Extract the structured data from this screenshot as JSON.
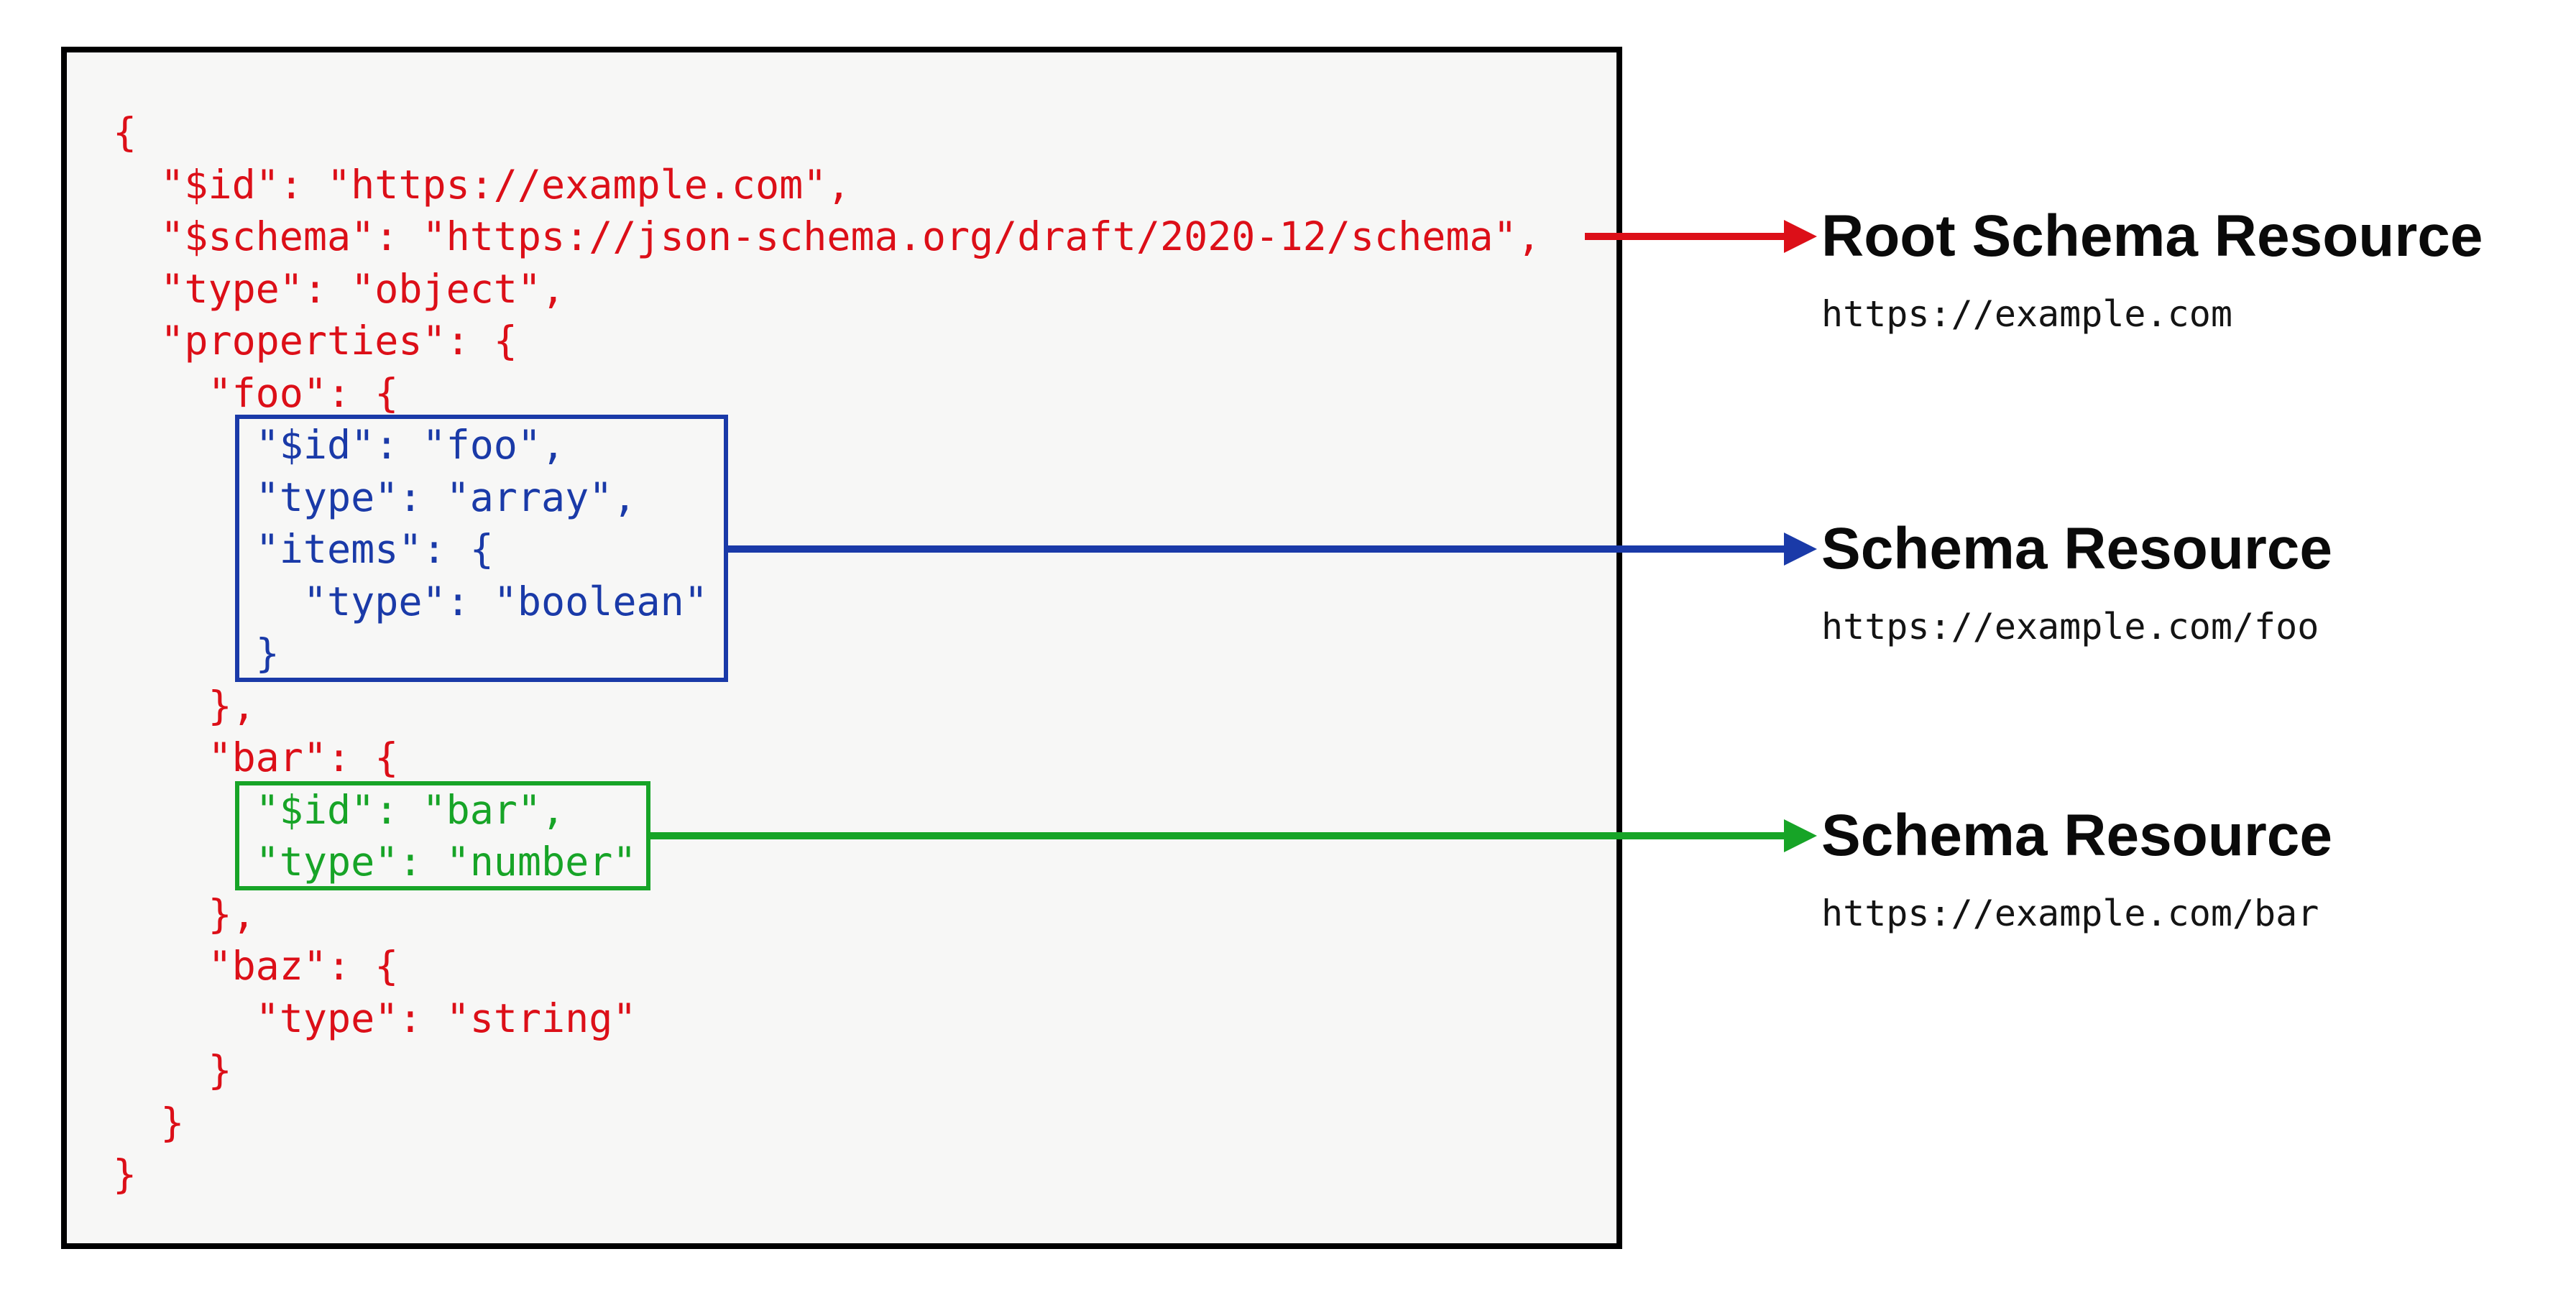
{
  "colors": {
    "red": "#dc0f18",
    "blue": "#1a3aa8",
    "green": "#17a427",
    "panel-border": "#000000",
    "panel-bg": "#f7f7f6",
    "page-bg": "#ffffff",
    "label-title": "#0a0a0a",
    "label-url": "#141414"
  },
  "code": {
    "lines": [
      {
        "text": "{",
        "color": "red"
      },
      {
        "text": "  \"$id\": \"https://example.com\",",
        "color": "red"
      },
      {
        "text": "  \"$schema\": \"https://json-schema.org/draft/2020-12/schema\",",
        "color": "red"
      },
      {
        "text": "  \"type\": \"object\",",
        "color": "red"
      },
      {
        "text": "  \"properties\": {",
        "color": "red"
      },
      {
        "text": "    \"foo\": {",
        "color": "red"
      },
      {
        "text": "      \"$id\": \"foo\",",
        "color": "blue"
      },
      {
        "text": "      \"type\": \"array\",",
        "color": "blue"
      },
      {
        "text": "      \"items\": {",
        "color": "blue"
      },
      {
        "text": "        \"type\": \"boolean\"",
        "color": "blue"
      },
      {
        "text": "      }",
        "color": "blue"
      },
      {
        "text": "    },",
        "color": "red"
      },
      {
        "text": "    \"bar\": {",
        "color": "red"
      },
      {
        "text": "      \"$id\": \"bar\",",
        "color": "green"
      },
      {
        "text": "      \"type\": \"number\"",
        "color": "green"
      },
      {
        "text": "    },",
        "color": "red"
      },
      {
        "text": "    \"baz\": {",
        "color": "red"
      },
      {
        "text": "      \"type\": \"string\"",
        "color": "red"
      },
      {
        "text": "    }",
        "color": "red"
      },
      {
        "text": "  }",
        "color": "red"
      },
      {
        "text": "}",
        "color": "red"
      }
    ]
  },
  "annotations": [
    {
      "title": "Root Schema Resource",
      "url": "https://example.com",
      "color": "red"
    },
    {
      "title": "Schema Resource",
      "url": "https://example.com/foo",
      "color": "blue"
    },
    {
      "title": "Schema Resource",
      "url": "https://example.com/bar",
      "color": "green"
    }
  ]
}
